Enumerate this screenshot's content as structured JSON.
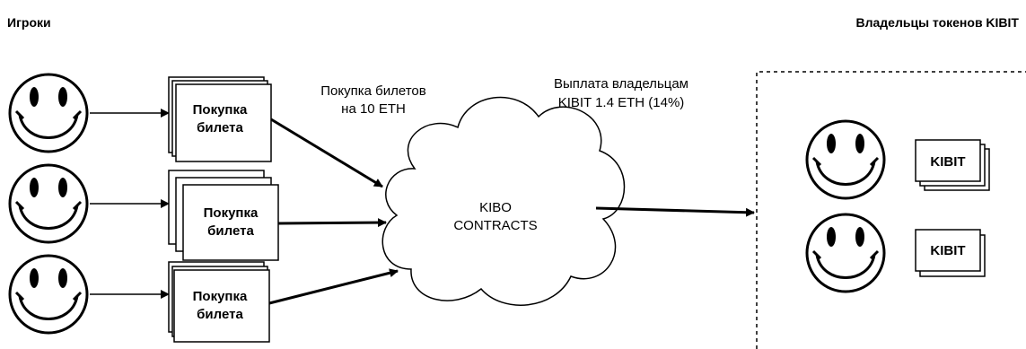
{
  "headers": {
    "players": "Игроки",
    "holders": "Владельцы токенов KIBIT"
  },
  "labels": {
    "purchase_line1": "Покупка билетов",
    "purchase_line2": "на 10 ETH",
    "payout_line1": "Выплата владельцам",
    "payout_line2": "KIBIT 1.4 ETH (14%)"
  },
  "cloud": {
    "line1": "KIBO",
    "line2": "CONTRACTS"
  },
  "tickets": [
    {
      "line1": "Покупка",
      "line2": "билета"
    },
    {
      "line1": "Покупка",
      "line2": "билета"
    },
    {
      "line1": "Покупка",
      "line2": "билета"
    }
  ],
  "tokens": [
    {
      "label": "KIBIT"
    },
    {
      "label": "KIBIT"
    }
  ]
}
